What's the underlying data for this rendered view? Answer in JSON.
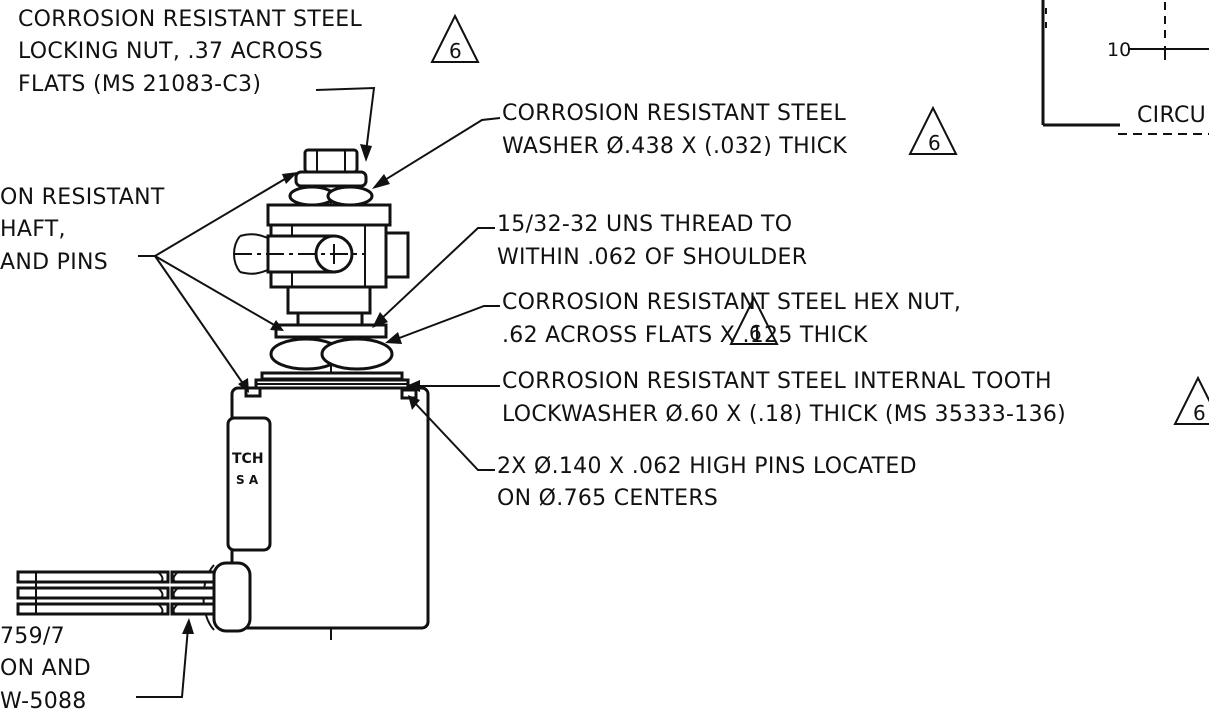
{
  "notes": {
    "locking_nut": [
      "CORROSION RESISTANT STEEL",
      "LOCKING NUT, .37 ACROSS",
      "FLATS (MS 21083-C3)"
    ],
    "washer": [
      "CORROSION RESISTANT STEEL",
      "WASHER Ø.438 X (.032) THICK"
    ],
    "thread": [
      "15/32-32 UNS THREAD TO",
      "WITHIN .062 OF SHOULDER"
    ],
    "hex_nut": [
      "CORROSION RESISTANT STEEL HEX NUT,",
      ".62 ACROSS FLATS X .125 THICK"
    ],
    "lockwasher": [
      "CORROSION RESISTANT STEEL INTERNAL TOOTH",
      "LOCKWASHER Ø.60 X (.18) THICK (MS 35333-136)"
    ],
    "pins": [
      "2X Ø.140 X .062 HIGH PINS LOCATED",
      "ON Ø.765 CENTERS"
    ],
    "shaft": [
      "ON RESISTANT",
      "HAFT,",
      "AND PINS"
    ],
    "wire": [
      "759/7",
      "ON AND",
      "W-5088"
    ]
  },
  "revision_flag": "6",
  "body_label": [
    "TCH",
    "S A"
  ],
  "corner_schematic": {
    "pin_number": "10",
    "label": "CIRCU"
  }
}
